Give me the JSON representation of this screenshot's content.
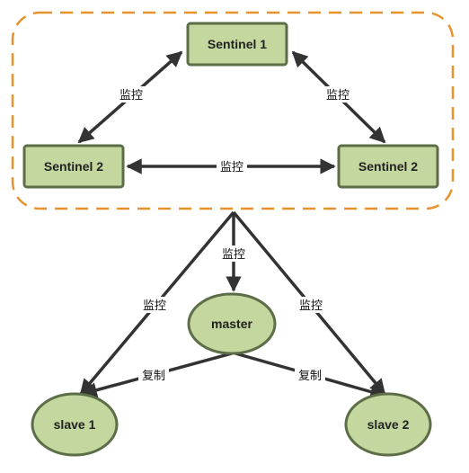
{
  "colors": {
    "node_fill": "#c4d79e",
    "node_stroke": "#5b6e47",
    "arrow": "#333333",
    "group_border": "#e8922e",
    "label_bg": "#ffffff"
  },
  "nodes": {
    "sentinel_top": "Sentinel 1",
    "sentinel_left": "Sentinel 2",
    "sentinel_right": "Sentinel 2",
    "master": "master",
    "slave_left": "slave 1",
    "slave_right": "slave 2"
  },
  "edges": {
    "top_left": "监控",
    "top_right": "监控",
    "left_right": "监控",
    "group_master": "监控",
    "group_slave1": "监控",
    "group_slave2": "监控",
    "master_slave1": "复制",
    "master_slave2": "复制"
  }
}
